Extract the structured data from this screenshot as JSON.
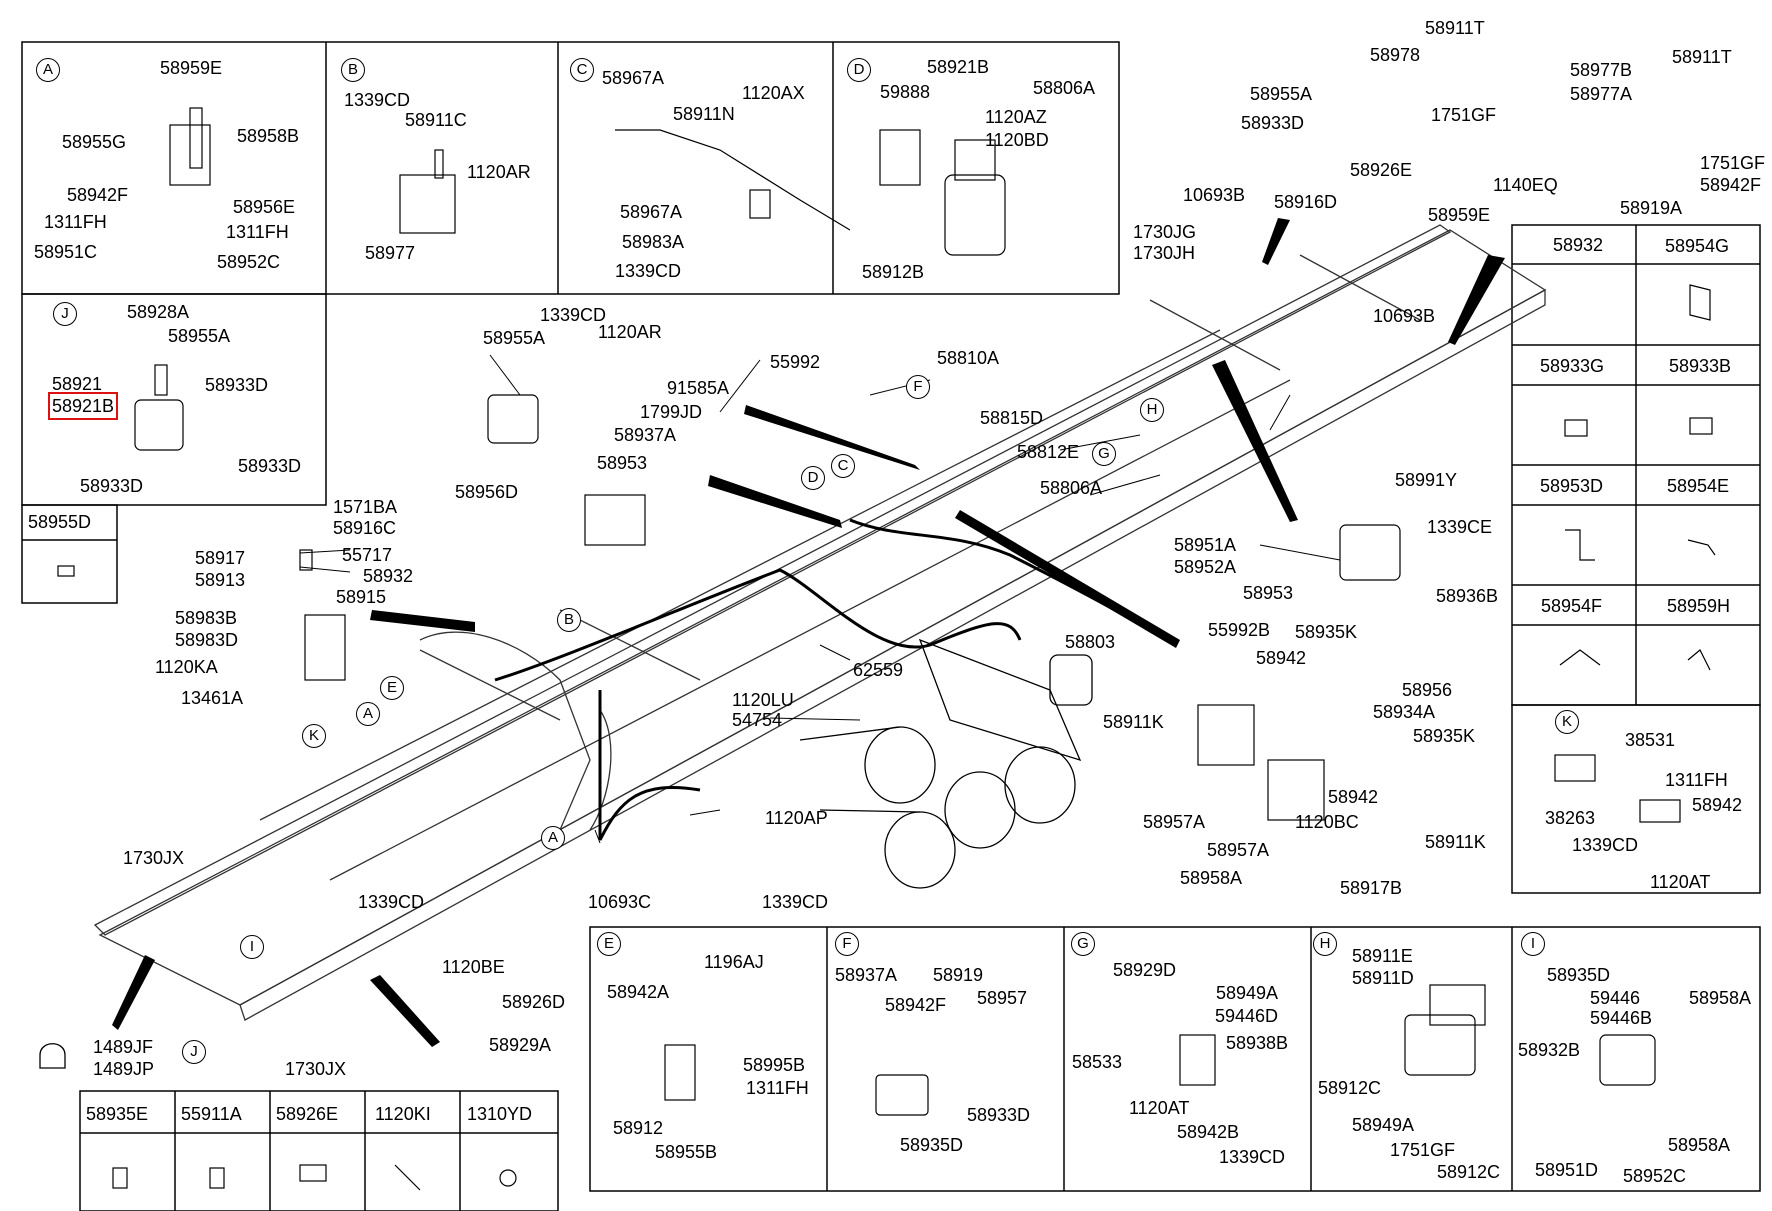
{
  "boxes": {
    "A": {
      "letter": "A",
      "labels": [
        "58959E",
        "58955G",
        "58958B",
        "58942F",
        "58956E",
        "1311FH",
        "1311FH",
        "58951C",
        "58952C"
      ]
    },
    "B": {
      "letter": "B",
      "labels": [
        "1339CD",
        "58911C",
        "1120AR",
        "58977"
      ]
    },
    "C": {
      "letter": "C",
      "labels": [
        "58967A",
        "58911N",
        "1120AX",
        "58967A",
        "58983A",
        "1339CD"
      ]
    },
    "D": {
      "letter": "D",
      "labels": [
        "58921B",
        "59888",
        "58806A",
        "1120AZ",
        "1120BD",
        "58912B"
      ]
    },
    "J": {
      "letter": "J",
      "labels": [
        "58928A",
        "58955A",
        "58921",
        "58921B",
        "58933D",
        "58933D",
        "58933D"
      ]
    },
    "E": {
      "letter": "E",
      "labels": [
        "1196AJ",
        "58942A",
        "58995B",
        "1311FH",
        "58912",
        "58955B"
      ]
    },
    "F": {
      "letter": "F",
      "labels": [
        "58937A",
        "58919",
        "58942F",
        "58957",
        "58933D",
        "58935D"
      ]
    },
    "G": {
      "letter": "G",
      "labels": [
        "58929D",
        "58949A",
        "59446D",
        "58533",
        "58938B",
        "1120AT",
        "58942B",
        "1339CD"
      ]
    },
    "H": {
      "letter": "H",
      "labels": [
        "58911E",
        "58911D",
        "58912C",
        "58949A",
        "1751GF",
        "58912C"
      ]
    },
    "I": {
      "letter": "I",
      "labels": [
        "58935D",
        "59446",
        "59446B",
        "58958A",
        "58932B",
        "58958A",
        "58951D",
        "58952C"
      ]
    },
    "K": {
      "letter": "K",
      "labels": [
        "38531",
        "1311FH",
        "58942",
        "38263",
        "1339CD",
        "1120AT"
      ]
    }
  },
  "single_box": {
    "label": "58955D"
  },
  "right_grid": [
    "58954G",
    "58933G",
    "58933B",
    "58953D",
    "58954E",
    "58954F",
    "58959H"
  ],
  "bottom_table": [
    "58935E",
    "55911A",
    "58926E",
    "1120KI",
    "1310YD"
  ],
  "main_labels": {
    "top_right": [
      "58911T",
      "58978",
      "58955A",
      "1751GF",
      "58933D",
      "58926E",
      "58916D",
      "10693B",
      "58977B",
      "58977A",
      "58911T",
      "1751GF",
      "58942F",
      "1140EQ",
      "58919A",
      "58959E",
      "58932",
      "1730JG",
      "1730JH",
      "10693B"
    ],
    "center": [
      "1339CD",
      "1120AR",
      "58955A",
      "91585A",
      "1799JD",
      "58937A",
      "58953",
      "58956D",
      "55992",
      "58810A",
      "58815D",
      "58812E",
      "58806A",
      "58991Y",
      "1339CE",
      "58951A",
      "58952A",
      "58953",
      "58936B"
    ],
    "left": [
      "1571BA",
      "58916C",
      "58917",
      "55717",
      "58932",
      "58913",
      "58915",
      "58983B",
      "58983D",
      "1120KA",
      "13461A",
      "1730JX",
      "1339CD",
      "1120BE",
      "58926D",
      "1489JF",
      "1489JP",
      "1730JX",
      "58929A"
    ],
    "middle": [
      "58803",
      "62559",
      "1120LU",
      "54754",
      "1120AP",
      "10693C",
      "1339CD"
    ],
    "right": [
      "55992B",
      "58935K",
      "58942",
      "58956",
      "58911K",
      "58934A",
      "58935K",
      "58942",
      "1120BC",
      "58957A",
      "58957A",
      "58911K",
      "58958A",
      "58917B"
    ]
  }
}
